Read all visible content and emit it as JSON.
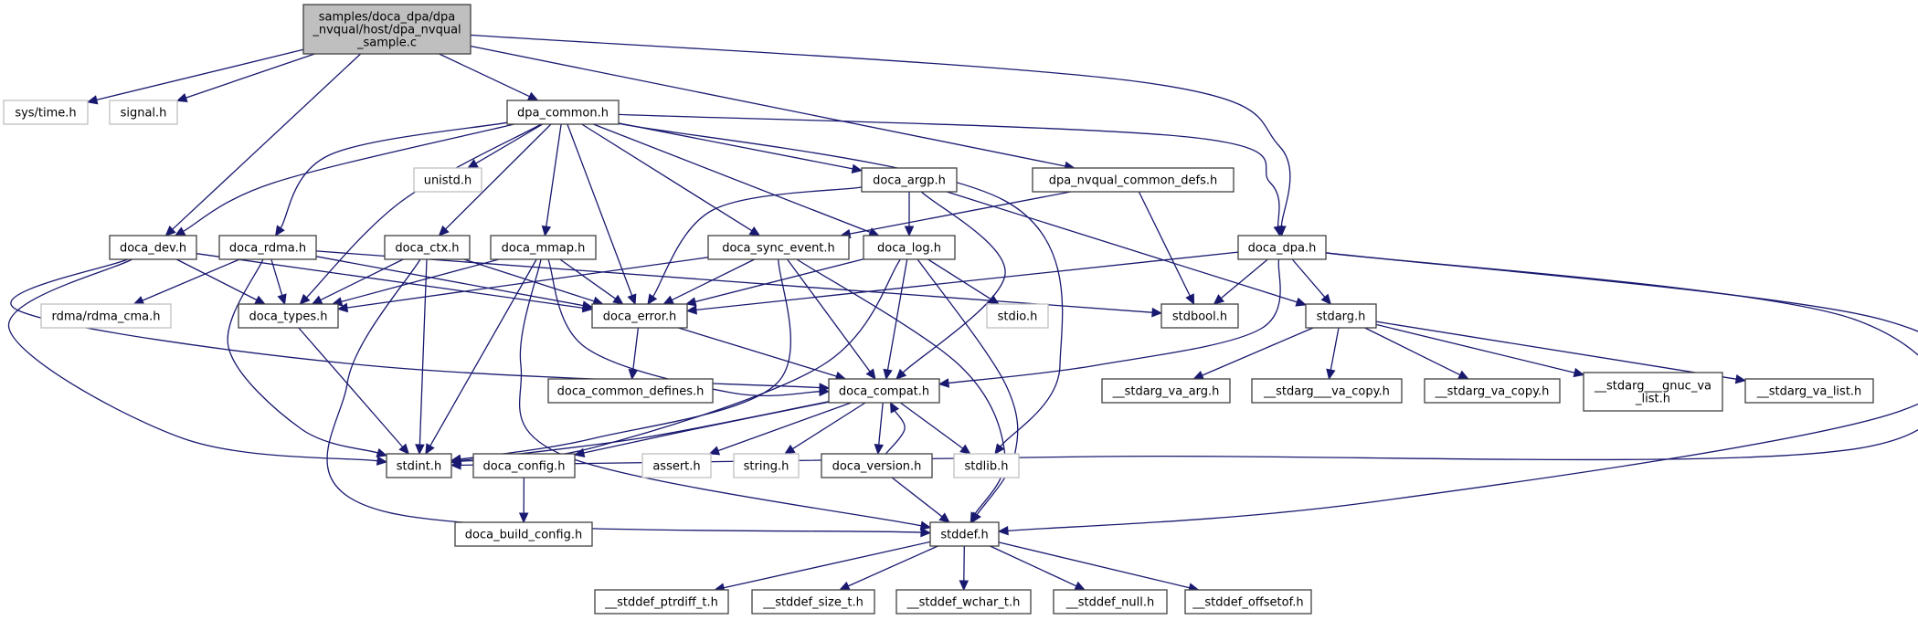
{
  "diagram": {
    "type": "include-dependency-graph",
    "colors": {
      "edge": "#191970",
      "root_fill": "#bfbfbf",
      "root_border": "#404040",
      "project_border": "#404040",
      "system_border": "#bfbfbf"
    },
    "nodes": [
      {
        "id": "root",
        "kind": "root",
        "lines": [
          "samples/doca_dpa/dpa",
          "_nvqual/host/dpa_nvqual",
          "_sample.c"
        ]
      },
      {
        "id": "sys_time",
        "kind": "system",
        "lines": [
          "sys/time.h"
        ]
      },
      {
        "id": "signal",
        "kind": "system",
        "lines": [
          "signal.h"
        ]
      },
      {
        "id": "dpa_common",
        "kind": "project",
        "lines": [
          "dpa_common.h"
        ]
      },
      {
        "id": "unistd",
        "kind": "system",
        "lines": [
          "unistd.h"
        ]
      },
      {
        "id": "doca_argp",
        "kind": "project",
        "lines": [
          "doca_argp.h"
        ]
      },
      {
        "id": "dpa_nvqual_common_defs",
        "kind": "project",
        "lines": [
          "dpa_nvqual_common_defs.h"
        ]
      },
      {
        "id": "doca_dev",
        "kind": "project",
        "lines": [
          "doca_dev.h"
        ]
      },
      {
        "id": "doca_rdma",
        "kind": "project",
        "lines": [
          "doca_rdma.h"
        ]
      },
      {
        "id": "doca_ctx",
        "kind": "project",
        "lines": [
          "doca_ctx.h"
        ]
      },
      {
        "id": "doca_mmap",
        "kind": "project",
        "lines": [
          "doca_mmap.h"
        ]
      },
      {
        "id": "doca_sync_event",
        "kind": "project",
        "lines": [
          "doca_sync_event.h"
        ]
      },
      {
        "id": "doca_log",
        "kind": "project",
        "lines": [
          "doca_log.h"
        ]
      },
      {
        "id": "doca_dpa",
        "kind": "project",
        "lines": [
          "doca_dpa.h"
        ]
      },
      {
        "id": "rdma_cma",
        "kind": "system",
        "lines": [
          "rdma/rdma_cma.h"
        ]
      },
      {
        "id": "doca_types",
        "kind": "project",
        "lines": [
          "doca_types.h"
        ]
      },
      {
        "id": "doca_error",
        "kind": "project",
        "lines": [
          "doca_error.h"
        ]
      },
      {
        "id": "stdio",
        "kind": "system",
        "lines": [
          "stdio.h"
        ]
      },
      {
        "id": "stdbool",
        "kind": "project",
        "lines": [
          "stdbool.h"
        ]
      },
      {
        "id": "stdarg",
        "kind": "project",
        "lines": [
          "stdarg.h"
        ]
      },
      {
        "id": "doca_common_defines",
        "kind": "project",
        "lines": [
          "doca_common_defines.h"
        ]
      },
      {
        "id": "doca_compat",
        "kind": "project",
        "lines": [
          "doca_compat.h"
        ]
      },
      {
        "id": "stdarg_va_arg",
        "kind": "project",
        "lines": [
          "__stdarg_va_arg.h"
        ]
      },
      {
        "id": "stdarg___va_copy",
        "kind": "project",
        "lines": [
          "__stdarg___va_copy.h"
        ]
      },
      {
        "id": "stdarg_va_copy",
        "kind": "project",
        "lines": [
          "__stdarg_va_copy.h"
        ]
      },
      {
        "id": "stdarg___gnuc_va_list",
        "kind": "project",
        "lines": [
          "__stdarg___gnuc_va",
          "_list.h"
        ]
      },
      {
        "id": "stdarg_va_list",
        "kind": "project",
        "lines": [
          "__stdarg_va_list.h"
        ]
      },
      {
        "id": "stdint",
        "kind": "project",
        "lines": [
          "stdint.h"
        ]
      },
      {
        "id": "doca_config",
        "kind": "project",
        "lines": [
          "doca_config.h"
        ]
      },
      {
        "id": "assert",
        "kind": "system",
        "lines": [
          "assert.h"
        ]
      },
      {
        "id": "string",
        "kind": "system",
        "lines": [
          "string.h"
        ]
      },
      {
        "id": "doca_version",
        "kind": "project",
        "lines": [
          "doca_version.h"
        ]
      },
      {
        "id": "stdlib",
        "kind": "system",
        "lines": [
          "stdlib.h"
        ]
      },
      {
        "id": "doca_build_config",
        "kind": "project",
        "lines": [
          "doca_build_config.h"
        ]
      },
      {
        "id": "stddef",
        "kind": "project",
        "lines": [
          "stddef.h"
        ]
      },
      {
        "id": "stddef_ptrdiff_t",
        "kind": "project",
        "lines": [
          "__stddef_ptrdiff_t.h"
        ]
      },
      {
        "id": "stddef_size_t",
        "kind": "project",
        "lines": [
          "__stddef_size_t.h"
        ]
      },
      {
        "id": "stddef_wchar_t",
        "kind": "project",
        "lines": [
          "__stddef_wchar_t.h"
        ]
      },
      {
        "id": "stddef_null",
        "kind": "project",
        "lines": [
          "__stddef_null.h"
        ]
      },
      {
        "id": "stddef_offsetof",
        "kind": "project",
        "lines": [
          "__stddef_offsetof.h"
        ]
      }
    ],
    "edges": [
      [
        "root",
        "sys_time"
      ],
      [
        "root",
        "signal"
      ],
      [
        "root",
        "dpa_common"
      ],
      [
        "root",
        "doca_dev"
      ],
      [
        "root",
        "dpa_nvqual_common_defs"
      ],
      [
        "root",
        "doca_dpa"
      ],
      [
        "dpa_common",
        "unistd"
      ],
      [
        "dpa_common",
        "doca_argp"
      ],
      [
        "dpa_common",
        "doca_dev"
      ],
      [
        "dpa_common",
        "doca_rdma"
      ],
      [
        "dpa_common",
        "doca_ctx"
      ],
      [
        "dpa_common",
        "doca_mmap"
      ],
      [
        "dpa_common",
        "doca_sync_event"
      ],
      [
        "dpa_common",
        "doca_log"
      ],
      [
        "dpa_common",
        "doca_dpa"
      ],
      [
        "dpa_common",
        "doca_types"
      ],
      [
        "dpa_common",
        "doca_error"
      ],
      [
        "dpa_common",
        "stdlib"
      ],
      [
        "doca_argp",
        "doca_log"
      ],
      [
        "doca_argp",
        "doca_error"
      ],
      [
        "doca_argp",
        "doca_compat"
      ],
      [
        "doca_argp",
        "stdarg"
      ],
      [
        "dpa_nvqual_common_defs",
        "doca_sync_event"
      ],
      [
        "dpa_nvqual_common_defs",
        "stdbool"
      ],
      [
        "doca_dev",
        "doca_types"
      ],
      [
        "doca_dev",
        "doca_error"
      ],
      [
        "doca_dev",
        "doca_compat"
      ],
      [
        "doca_dev",
        "stdint"
      ],
      [
        "doca_rdma",
        "rdma_cma"
      ],
      [
        "doca_rdma",
        "doca_types"
      ],
      [
        "doca_rdma",
        "doca_error"
      ],
      [
        "doca_rdma",
        "stdbool"
      ],
      [
        "doca_rdma",
        "stdint"
      ],
      [
        "doca_ctx",
        "doca_types"
      ],
      [
        "doca_ctx",
        "doca_error"
      ],
      [
        "doca_ctx",
        "stdint"
      ],
      [
        "doca_ctx",
        "stddef"
      ],
      [
        "doca_mmap",
        "doca_types"
      ],
      [
        "doca_mmap",
        "doca_error"
      ],
      [
        "doca_mmap",
        "doca_compat"
      ],
      [
        "doca_mmap",
        "stdint"
      ],
      [
        "doca_mmap",
        "stddef"
      ],
      [
        "doca_sync_event",
        "doca_types"
      ],
      [
        "doca_sync_event",
        "doca_error"
      ],
      [
        "doca_sync_event",
        "doca_compat"
      ],
      [
        "doca_sync_event",
        "stdint"
      ],
      [
        "doca_sync_event",
        "stddef"
      ],
      [
        "doca_log",
        "doca_error"
      ],
      [
        "doca_log",
        "doca_compat"
      ],
      [
        "doca_log",
        "stdio"
      ],
      [
        "doca_log",
        "stdint"
      ],
      [
        "doca_log",
        "stddef"
      ],
      [
        "doca_dpa",
        "doca_error"
      ],
      [
        "doca_dpa",
        "stdbool"
      ],
      [
        "doca_dpa",
        "stdarg"
      ],
      [
        "doca_dpa",
        "doca_compat"
      ],
      [
        "doca_dpa",
        "stdint"
      ],
      [
        "doca_dpa",
        "stddef"
      ],
      [
        "doca_types",
        "stdint"
      ],
      [
        "doca_error",
        "doca_common_defines"
      ],
      [
        "doca_error",
        "doca_compat"
      ],
      [
        "stdarg",
        "stdarg_va_arg"
      ],
      [
        "stdarg",
        "stdarg___va_copy"
      ],
      [
        "stdarg",
        "stdarg_va_copy"
      ],
      [
        "stdarg",
        "stdarg___gnuc_va_list"
      ],
      [
        "stdarg",
        "stdarg_va_list"
      ],
      [
        "doca_compat",
        "stdint"
      ],
      [
        "doca_compat",
        "doca_config"
      ],
      [
        "doca_compat",
        "assert"
      ],
      [
        "doca_compat",
        "string"
      ],
      [
        "doca_compat",
        "doca_version"
      ],
      [
        "doca_compat",
        "stdlib"
      ],
      [
        "doca_version",
        "doca_compat"
      ],
      [
        "doca_version",
        "stddef"
      ],
      [
        "doca_config",
        "doca_build_config"
      ],
      [
        "stddef",
        "stddef_ptrdiff_t"
      ],
      [
        "stddef",
        "stddef_size_t"
      ],
      [
        "stddef",
        "stddef_wchar_t"
      ],
      [
        "stddef",
        "stddef_null"
      ],
      [
        "stddef",
        "stddef_offsetof"
      ]
    ]
  }
}
